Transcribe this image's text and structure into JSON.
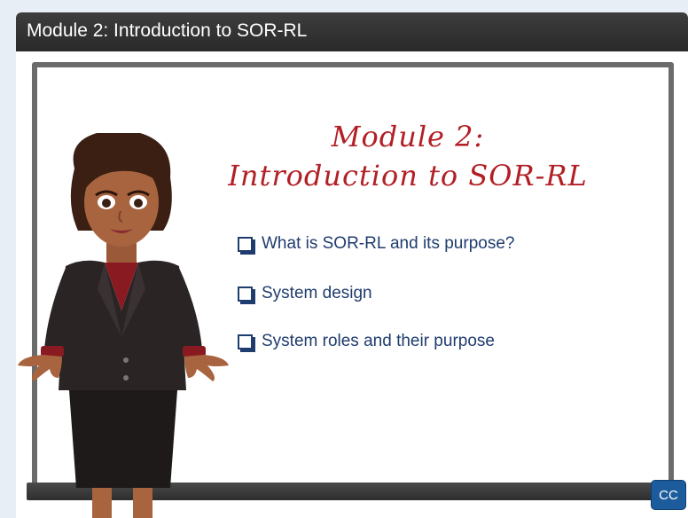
{
  "window": {
    "title": "Module 2:  Introduction to SOR-RL"
  },
  "slide": {
    "title_line1": "Module 2:",
    "title_line2": "Introduction to SOR-RL",
    "bullets": [
      {
        "label": "What is SOR-RL and its purpose?"
      },
      {
        "label": "System design"
      },
      {
        "label": "System roles and their purpose"
      }
    ]
  },
  "controls": {
    "cc_label": "CC"
  },
  "colors": {
    "title_red": "#b21f24",
    "bullet_navy": "#1f3c6e",
    "titlebar": "#2f2f2f",
    "cc_blue": "#1c5c9c"
  },
  "icons": {
    "bullet": "checkbox-icon",
    "presenter": "presenter-character"
  }
}
